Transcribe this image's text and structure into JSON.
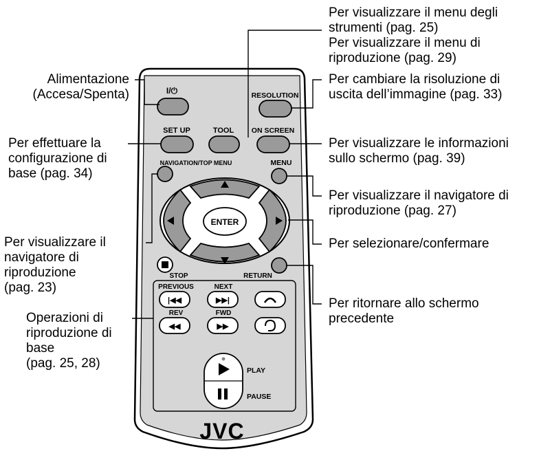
{
  "remote": {
    "brand": "JVC",
    "buttons": {
      "power": "I/⏻",
      "resolution": "RESOLUTION",
      "setup": "SET UP",
      "tool": "TOOL",
      "on_screen": "ON SCREEN",
      "navigation": "NAVIGATION/TOP MENU",
      "menu": "MENU",
      "enter": "ENTER",
      "stop": "STOP",
      "return": "RETURN",
      "previous": "PREVIOUS",
      "next": "NEXT",
      "rev": "REV",
      "fwd": "FWD",
      "play": "PLAY",
      "pause": "PAUSE"
    }
  },
  "annotations": {
    "power": [
      "Alimentazione",
      "(Accesa/Spenta)"
    ],
    "tool": [
      "Per visualizzare il menu degli",
      "strumenti (pag. 25)",
      "Per visualizzare il menu di",
      "riproduzione (pag. 29)"
    ],
    "resolution": [
      "Per cambiare la risoluzione di",
      "uscita dell’immagine (pag. 33)"
    ],
    "setup": [
      "Per effettuare la",
      "configurazione di",
      "base (pag. 34)"
    ],
    "on_screen": [
      "Per visualizzare le informazioni",
      "sullo schermo (pag. 39)"
    ],
    "menu": [
      "Per visualizzare il navigatore di",
      "riproduzione (pag. 27)"
    ],
    "navigation": [
      "Per visualizzare il",
      "navigatore di",
      "riproduzione",
      "(pag. 23)"
    ],
    "select": [
      "Per selezionare/confermare"
    ],
    "return": [
      "Per ritornare allo schermo",
      "precedente"
    ],
    "playback": [
      "Operazioni di",
      "riproduzione di",
      "base",
      "(pag. 25, 28)"
    ]
  }
}
